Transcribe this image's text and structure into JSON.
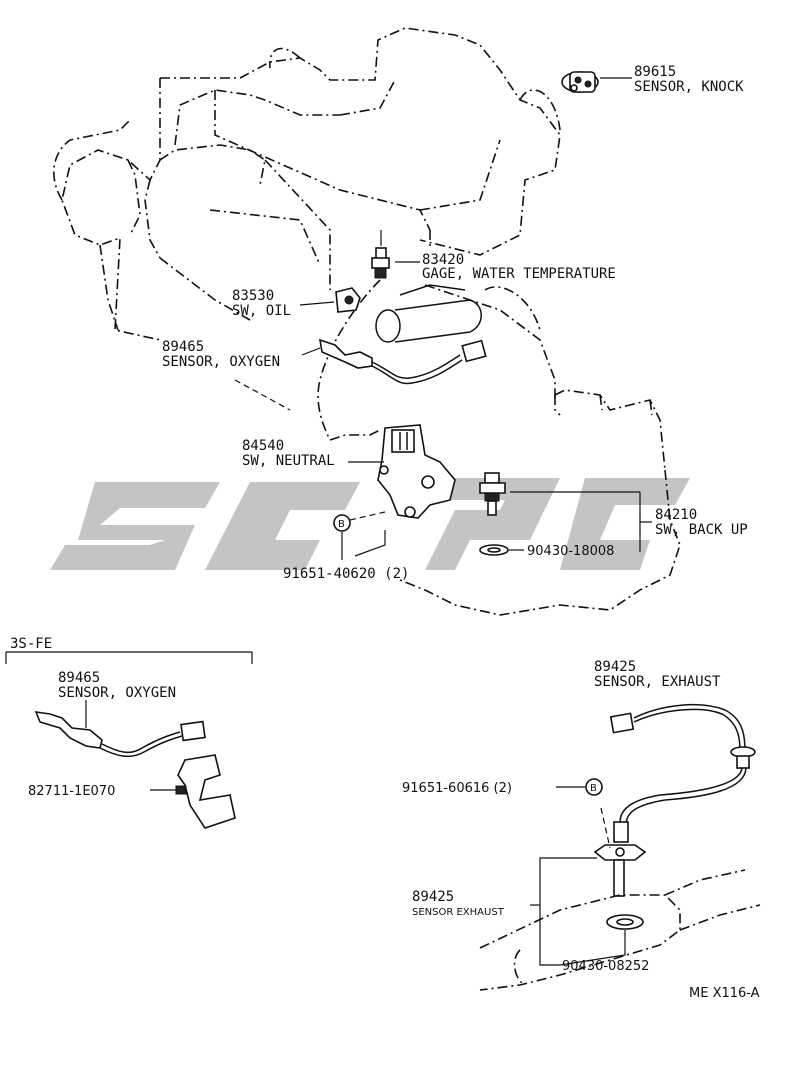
{
  "labels": {
    "knock_code": "89615",
    "knock_name": "SENSOR, KNOCK",
    "water_code": "83420",
    "water_name": "GAGE, WATER TEMPERATURE",
    "oil_code": "83530",
    "oil_name": "SW, OIL",
    "oxy_code": "89465",
    "oxy_name": "SENSOR, OXYGEN",
    "neutral_code": "84540",
    "neutral_name": "SW, NEUTRAL",
    "backup_code": "84210",
    "backup_name": "SW, BACK UP",
    "gasket_backup": "90430-18008",
    "bolt_neutral": "91651-40620 (2)",
    "variant_header": "3S-FE",
    "oxy2_code": "89465",
    "oxy2_name": "SENSOR, OXYGEN",
    "clamp": "82711-1E070",
    "exhaust_code": "89425",
    "exhaust_name": "SENSOR, EXHAUST",
    "bolt_exhaust": "91651-60616 (2)",
    "exhaust2_code": "89425",
    "exhaust2_name": "SENSOR EXHAUST",
    "gasket_exhaust": "90430-08252",
    "ref": "ME X116-A"
  },
  "bolt_mark": "B"
}
